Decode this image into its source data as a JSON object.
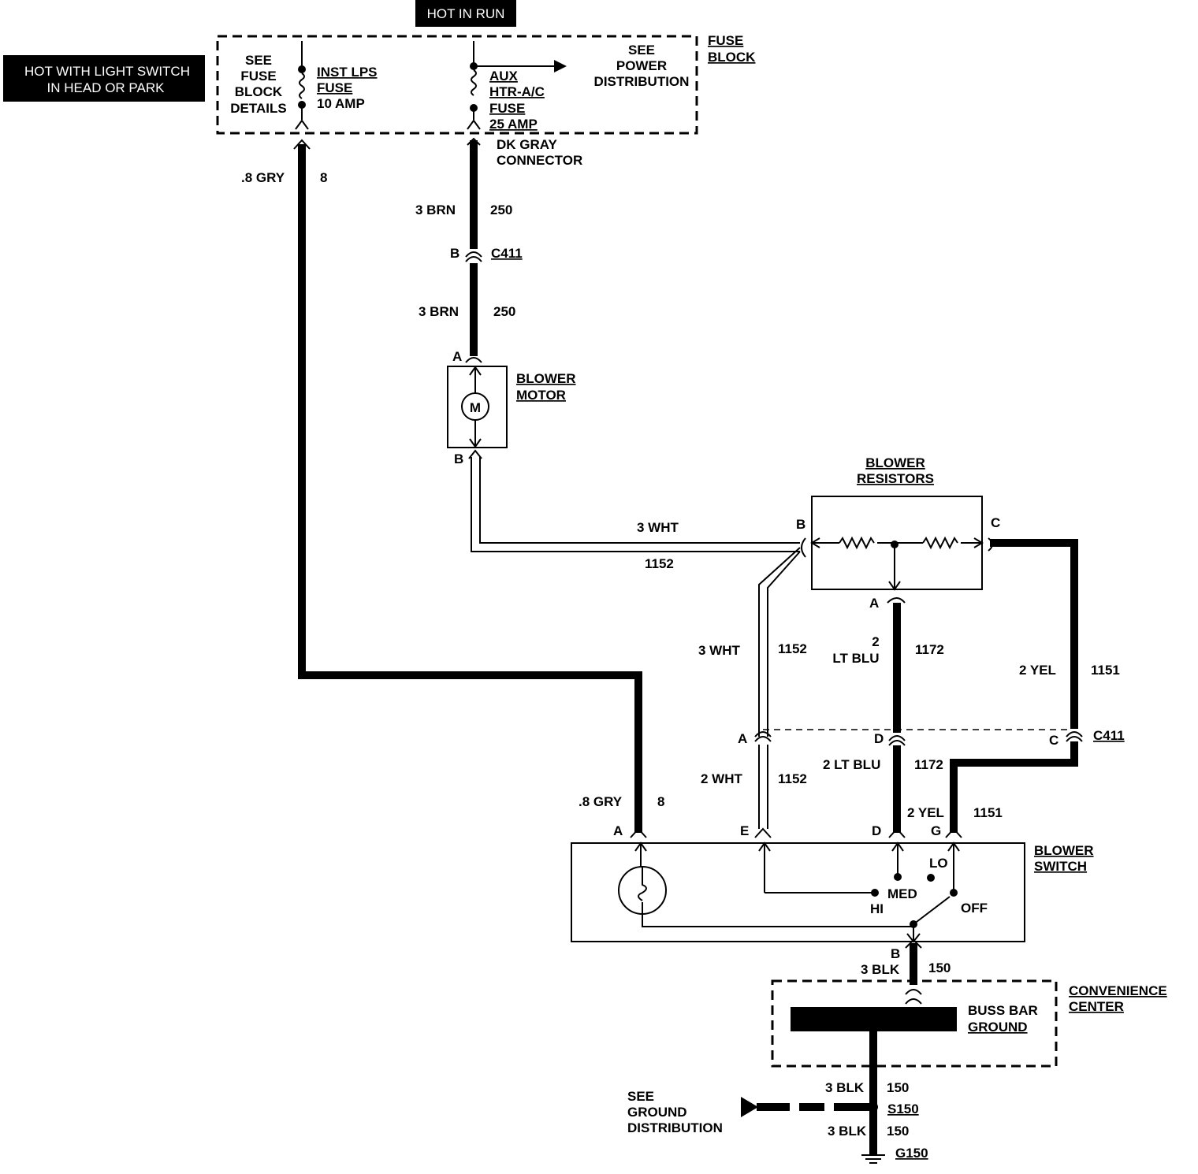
{
  "badges": {
    "hot_in_run": "HOT IN RUN",
    "hot_light_line1": "HOT WITH LIGHT SWITCH",
    "hot_light_line2": "IN HEAD OR PARK"
  },
  "fuse_block": {
    "title_line1": "FUSE",
    "title_line2": "BLOCK",
    "details_lines": [
      "SEE",
      "FUSE",
      "BLOCK",
      "DETAILS"
    ],
    "inst_fuse_lines": [
      "INST LPS",
      "FUSE",
      "10 AMP"
    ],
    "aux_fuse_lines": [
      "AUX",
      "HTR-A/C",
      "FUSE",
      "25 AMP"
    ],
    "power_lines": [
      "SEE",
      "POWER",
      "DISTRIBUTION"
    ]
  },
  "connector_dk_gray": [
    "DK GRAY",
    "CONNECTOR"
  ],
  "wires": {
    "gry_top_size": ".8 GRY",
    "gry_top_num": "8",
    "brn_upper_size": "3 BRN",
    "brn_upper_num": "250",
    "brn_lower_size": "3 BRN",
    "brn_lower_num": "250",
    "wht_horiz_size": "3 WHT",
    "wht_horiz_num": "1152",
    "wht_vert_size": "3 WHT",
    "wht_vert_num": "1152",
    "ltblu_upper_size_1": "2",
    "ltblu_upper_size_2": "LT BLU",
    "ltblu_upper_num": "1172",
    "yel_upper_size": "2 YEL",
    "yel_upper_num": "1151",
    "wht_lower_size": "2 WHT",
    "wht_lower_num": "1152",
    "ltblu_lower_size": "2 LT BLU",
    "ltblu_lower_num": "1172",
    "yel_lower_size": "2 YEL",
    "yel_lower_num": "1151",
    "gry_lower_size": ".8 GRY",
    "gry_lower_num": "8",
    "blk_switch_size": "3 BLK",
    "blk_switch_num": "150",
    "blk_mid_size": "3 BLK",
    "blk_mid_num": "150",
    "blk_low_size": "3 BLK",
    "blk_low_num": "150"
  },
  "connectors": {
    "c411": "C411",
    "c411_lower": "C411",
    "pin_b_c411": "B",
    "pin_a_motor": "A",
    "pin_b_motor": "B",
    "pin_b_res": "B",
    "pin_c_res": "C",
    "pin_a_res": "A",
    "pin_a_c411": "A",
    "pin_d_c411": "D",
    "pin_c_c411": "C",
    "pin_a_sw": "A",
    "pin_e_sw": "E",
    "pin_d_sw": "D",
    "pin_g_sw": "G",
    "pin_b_sw": "B"
  },
  "components": {
    "blower_motor": [
      "BLOWER",
      "MOTOR"
    ],
    "motor_symbol": "M",
    "blower_resistors": [
      "BLOWER",
      "RESISTORS"
    ],
    "blower_switch": [
      "BLOWER",
      "SWITCH"
    ],
    "sw_lo": "LO",
    "sw_med": "MED",
    "sw_hi": "HI",
    "sw_off": "OFF",
    "convenience_center": [
      "CONVENIENCE",
      "CENTER"
    ],
    "buss_bar": [
      "BUSS BAR",
      "GROUND"
    ],
    "ground_dist": [
      "SEE",
      "GROUND",
      "DISTRIBUTION"
    ],
    "splice": "S150",
    "ground": "G150"
  }
}
